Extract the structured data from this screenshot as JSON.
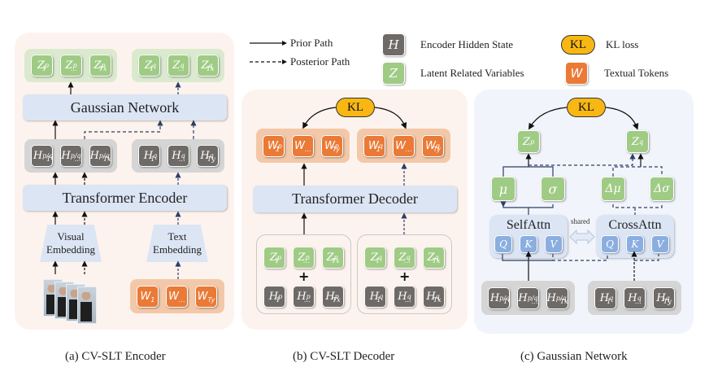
{
  "legend": {
    "prior_path": "Prior Path",
    "posterior_path": "Posterior Path",
    "h_symbol": "H",
    "h_label": "Encoder Hidden State",
    "z_symbol": "Z",
    "z_label": "Latent Related Variables",
    "kl_symbol": "KL",
    "kl_label": "KL loss",
    "w_symbol": "W",
    "w_label": "Textual Tokens"
  },
  "colors": {
    "latent": "#9fcb85",
    "hidden": "#6e6a67",
    "token": "#ea7a36",
    "kl": "#f9b713",
    "module": "#dce5f4",
    "attn_qkv": "#8aaee0"
  },
  "encoder": {
    "caption": "(a) CV-SLT Encoder",
    "z_prior": [
      [
        "Z",
        "1",
        "p"
      ],
      [
        "Z",
        "…",
        "p"
      ],
      [
        "Z",
        "Tx",
        "p"
      ]
    ],
    "z_post": [
      [
        "Z",
        "1",
        "q"
      ],
      [
        "Z",
        "…",
        "q"
      ],
      [
        "Z",
        "Tx",
        "q"
      ]
    ],
    "gaussian_network": "Gaussian Network",
    "h_pq": [
      [
        "H",
        "1",
        "p/q"
      ],
      [
        "H",
        "…",
        "p/q"
      ],
      [
        "H",
        "Tx",
        "p/q"
      ]
    ],
    "h_q": [
      [
        "H",
        "1",
        "q"
      ],
      [
        "H",
        "…",
        "q"
      ],
      [
        "H",
        "Ty",
        "q"
      ]
    ],
    "transformer_encoder": "Transformer Encoder",
    "visual_embedding": [
      "Visual",
      "Embedding"
    ],
    "text_embedding": [
      "Text",
      "Embedding"
    ],
    "w_tokens": [
      [
        "W",
        "1",
        ""
      ],
      [
        "W",
        "…",
        ""
      ],
      [
        "W",
        "Ty",
        ""
      ]
    ]
  },
  "decoder": {
    "caption": "(b) CV-SLT Decoder",
    "kl": "KL",
    "w_prior": [
      [
        "W",
        "1",
        "p"
      ],
      [
        "W",
        "…",
        ""
      ],
      [
        "W",
        "Ty",
        "p"
      ]
    ],
    "w_post": [
      [
        "W",
        "1",
        "q"
      ],
      [
        "W",
        "…",
        ""
      ],
      [
        "W",
        "Ty",
        "q"
      ]
    ],
    "transformer_decoder": "Transformer Decoder",
    "z_prior": [
      [
        "Z",
        "1",
        "p"
      ],
      [
        "Z",
        "…",
        "p"
      ],
      [
        "Z",
        "Tx",
        "p"
      ]
    ],
    "h_prior": [
      [
        "H",
        "1",
        "p"
      ],
      [
        "H",
        "…",
        "p"
      ],
      [
        "H",
        "Tx",
        "p"
      ]
    ],
    "z_post": [
      [
        "Z",
        "1",
        "q"
      ],
      [
        "Z",
        "…",
        "q"
      ],
      [
        "Z",
        "Tx",
        "q"
      ]
    ],
    "h_post": [
      [
        "H",
        "1",
        "q"
      ],
      [
        "H",
        "…",
        "q"
      ],
      [
        "H",
        "Tx",
        "q"
      ]
    ],
    "plus": "+"
  },
  "gaussian": {
    "caption": "(c) Gaussian Network",
    "kl": "KL",
    "z_p": [
      "Z",
      "",
      "p"
    ],
    "z_q": [
      "Z",
      "",
      "q"
    ],
    "mu": "μ",
    "sigma": "σ",
    "dmu": "Δμ",
    "dsigma": "Δσ",
    "self_attn": "SelfAttn",
    "cross_attn": "CrossAttn",
    "shared": "shared",
    "qkv": [
      "Q",
      "K",
      "V"
    ],
    "h_pq": [
      [
        "H",
        "1",
        "p/q"
      ],
      [
        "H",
        "…",
        "p/q"
      ],
      [
        "H",
        "Tx",
        "p/q"
      ]
    ],
    "h_q": [
      [
        "H",
        "1",
        "q"
      ],
      [
        "H",
        "…",
        "q"
      ],
      [
        "H",
        "Ty",
        "q"
      ]
    ]
  }
}
